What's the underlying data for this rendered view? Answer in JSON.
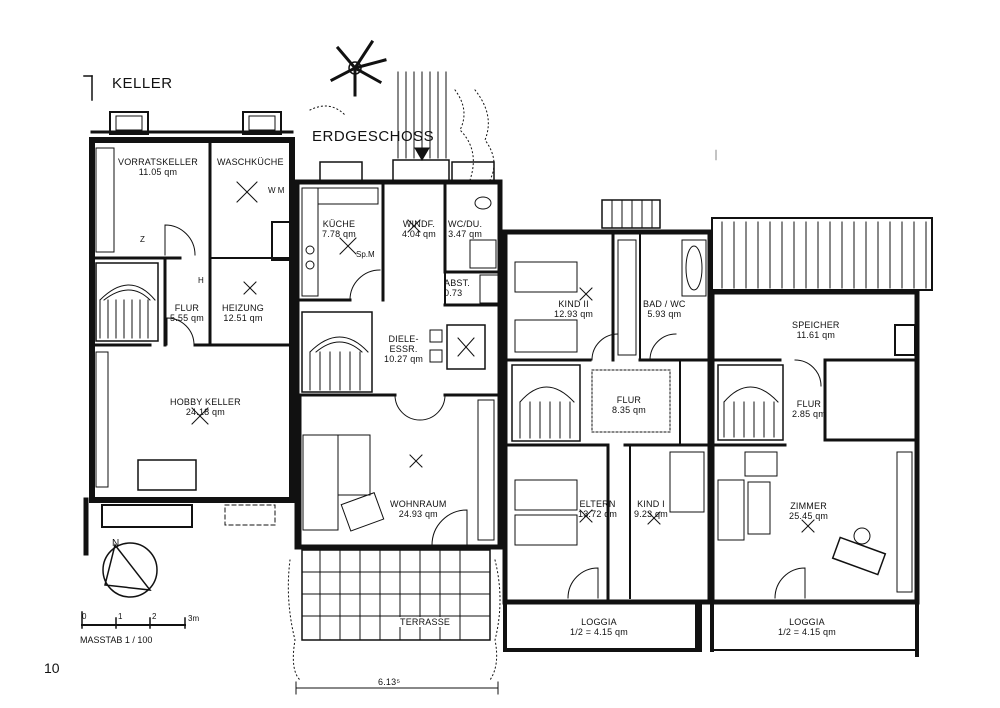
{
  "sections": {
    "keller": "KELLER",
    "erdgeschoss": "ERDGESCHOSS"
  },
  "rooms": {
    "vorratskeller": {
      "name": "VORRATSKELLER",
      "area": "11.05 qm"
    },
    "waschkueche": {
      "name": "WASCHKÜCHE",
      "area": ""
    },
    "flur_keller": {
      "name": "FLUR",
      "area": "5.55 qm"
    },
    "heizung": {
      "name": "HEIZUNG",
      "area": "12.51 qm"
    },
    "hobbykeller": {
      "name": "HOBBY KELLER",
      "area": "24.18 qm"
    },
    "kueche": {
      "name": "KÜCHE",
      "area": "7.78 qm"
    },
    "windf": {
      "name": "WINDF.",
      "area": "4.04 qm"
    },
    "wcdu": {
      "name": "WC/DU.",
      "area": "3.47 qm"
    },
    "abst": {
      "name": "ABST.",
      "area": "0.73"
    },
    "diele": {
      "name": "DIELE-",
      "area": "ESSR."
    },
    "diele_area": "10.27 qm",
    "wohnraum": {
      "name": "WOHNRAUM",
      "area": "24.93 qm"
    },
    "terrasse": {
      "name": "TERRASSE",
      "area": ""
    },
    "kind2": {
      "name": "KIND II",
      "area": "12.93 qm"
    },
    "badwc": {
      "name": "BAD / WC",
      "area": "5.93 qm"
    },
    "flur_og": {
      "name": "FLUR",
      "area": "8.35 qm"
    },
    "eltern": {
      "name": "ELTERN",
      "area": "13.72 qm"
    },
    "kind1": {
      "name": "KIND I",
      "area": "9.23 qm"
    },
    "loggia1": {
      "name": "LOGGIA",
      "area": "1/2  =  4.15 qm"
    },
    "speicher": {
      "name": "SPEICHER",
      "area": "11.61 qm"
    },
    "flur_dg": {
      "name": "FLUR",
      "area": "2.85 qm"
    },
    "zimmer": {
      "name": "ZIMMER",
      "area": "25.45 qm"
    },
    "loggia2": {
      "name": "LOGGIA",
      "area": "1/2  =  4.15 qm"
    }
  },
  "fixtures": {
    "wm": "W M",
    "z": "Z",
    "h": "H",
    "spm": "Sp.M"
  },
  "scale": {
    "title": "MASSTAB  1 / 100",
    "ticks": [
      "0",
      "1",
      "2",
      "3m"
    ]
  },
  "dimension": "6.13⁵",
  "north": "N",
  "page_number": "10"
}
